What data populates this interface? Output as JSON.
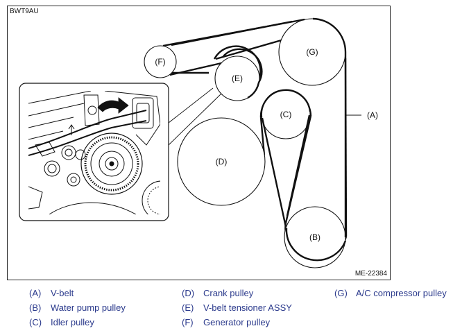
{
  "figure": {
    "code": "BWT9AU",
    "reference": "ME-22384",
    "pulleys": [
      {
        "id": "A",
        "label": "(A)"
      },
      {
        "id": "B",
        "label": "(B)"
      },
      {
        "id": "C",
        "label": "(C)"
      },
      {
        "id": "D",
        "label": "(D)"
      },
      {
        "id": "E",
        "label": "(E)"
      },
      {
        "id": "F",
        "label": "(F)"
      },
      {
        "id": "G",
        "label": "(G)"
      }
    ]
  },
  "legend": [
    {
      "key": "(A)",
      "text": "V-belt"
    },
    {
      "key": "(B)",
      "text": "Water pump pulley"
    },
    {
      "key": "(C)",
      "text": "Idler pulley"
    },
    {
      "key": "(D)",
      "text": "Crank pulley"
    },
    {
      "key": "(E)",
      "text": "V-belt tensioner ASSY"
    },
    {
      "key": "(F)",
      "text": "Generator pulley"
    },
    {
      "key": "(G)",
      "text": "A/C compressor pulley"
    }
  ],
  "colors": {
    "legend_text": "#2b3a8c",
    "line": "#111111"
  }
}
